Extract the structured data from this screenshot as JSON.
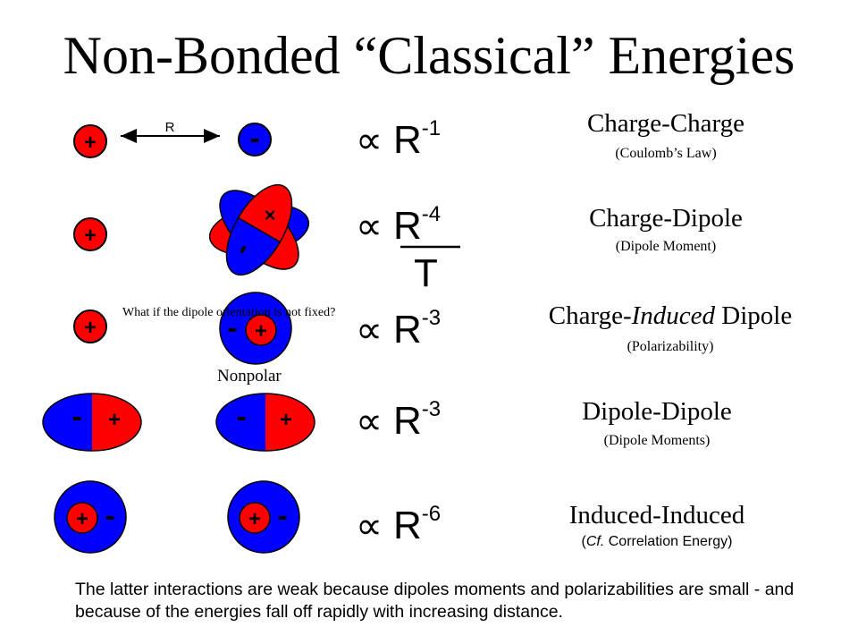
{
  "title": "Non-Bonded “Classical” Energies",
  "symbols": {
    "plus": "+",
    "minus": "-",
    "proportional": "∝",
    "x_mark": "×",
    "distance_label": "R"
  },
  "rows": [
    {
      "exponent_base": "R",
      "exponent": "-1",
      "label": "Charge-Charge",
      "sublabel": "(Coulomb’s Law)"
    },
    {
      "exponent_base": "R",
      "exponent": "-4",
      "denominator": "T",
      "label": "Charge-Dipole",
      "sublabel": "(Dipole Moment)"
    },
    {
      "exponent_base": "R",
      "exponent": "-3",
      "label_part1": "Charge-",
      "label_italic": "Induced",
      "label_part2": " Dipole",
      "sublabel": "(Polarizability)"
    },
    {
      "exponent_base": "R",
      "exponent": "-3",
      "label": "Dipole-Dipole",
      "sublabel": "(Dipole Moments)"
    },
    {
      "exponent_base": "R",
      "exponent": "-6",
      "label": "Induced-Induced",
      "sublabel_italic": "Cf.",
      "sublabel_rest": " Correlation Energy)"
    }
  ],
  "annotations": {
    "question": "What if the dipole orientation is not fixed?",
    "nonpolar": "Nonpolar"
  },
  "footnote": "The latter interactions are weak because dipoles moments and polarizabilities are small - and because of the energies fall off rapidly with increasing distance.",
  "colors": {
    "positive": "#ff0000",
    "negative": "#0000ff",
    "outline": "#000000"
  }
}
